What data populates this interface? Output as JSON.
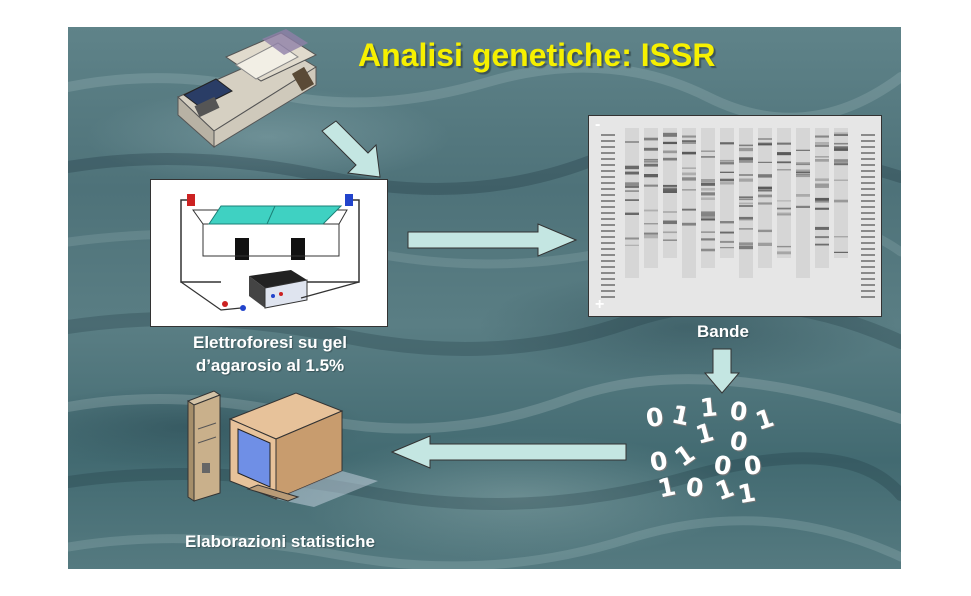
{
  "slide": {
    "title": "Analisi genetiche: ISSR"
  },
  "steps": {
    "electrophoresis_line1": "Elettroforesi su gel",
    "electrophoresis_line2": "d’agarosio al 1.5%",
    "bands": "Bande",
    "statistics": "Elaborazioni statistiche"
  },
  "gel": {
    "minus_label": "-",
    "plus_label": "+"
  },
  "binary": {
    "digits": [
      "0",
      "1",
      "1",
      "0",
      "1",
      "1",
      "0",
      "0",
      "1",
      "0",
      "0",
      "1",
      "0",
      "1",
      "1"
    ]
  },
  "colors": {
    "title": "#f6f000",
    "arrow_fill": "#c4e6e2",
    "screen": "#6f8fe6",
    "monitor": "#e7c29a"
  }
}
